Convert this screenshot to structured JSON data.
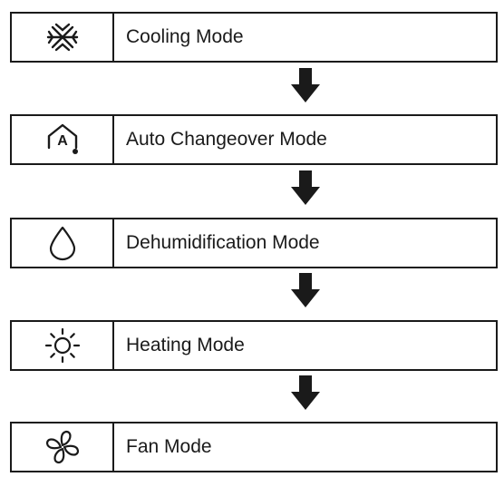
{
  "modes": [
    {
      "label": "Cooling Mode",
      "icon": "snowflake-icon"
    },
    {
      "label": "Auto Changeover Mode",
      "icon": "auto-mode-icon"
    },
    {
      "label": "Dehumidification Mode",
      "icon": "water-drop-icon"
    },
    {
      "label": "Heating Mode",
      "icon": "sun-icon"
    },
    {
      "label": "Fan Mode",
      "icon": "fan-icon"
    }
  ],
  "colors": {
    "line": "#1a1a1a",
    "background": "#ffffff"
  }
}
